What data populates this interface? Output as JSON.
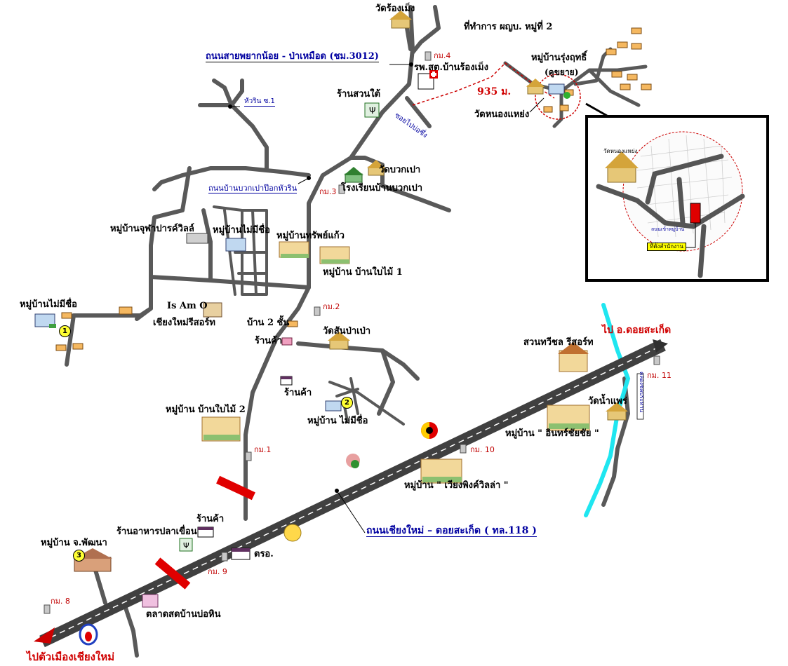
{
  "labels": {
    "wat_rong_mueang": "วัดร้องเม็ง",
    "office_moo2": "ที่ทำการ ผญบ. หมู่ที่ 2",
    "road_3012": "ถนนสายพยากน้อย - ป่าเหมือด (ชม.3012)",
    "km4": "กม.4",
    "health_station": "รพ.สต.บ้านร้องเม็ง",
    "village_rungrot": "หมู่บ้านรุ่งฤทธิ์",
    "village_rungrot_sub": "(คูขยาย)",
    "distance_935": "935 ม.",
    "wat_nong_haeng": "วัดหนองแหย่ง",
    "hua_rin": "หัวริน  ซ.1",
    "suan_tai": "ร้านสวนใต้",
    "soi_side": "ซอยไปบ่อซึ่ง",
    "wat_buak_pao": "วัดบวกเปา",
    "school_buak_pao": "โรงเรียนบ้านบวกเปา",
    "km3": "กม.3",
    "road_buak_pao": "ถนนบ้านบวกเปาป๊อกหัวริน",
    "village_juthapat": "หมู่บ้านจุฬาปารค์วิลล์",
    "village_unnamed_top": "หมู่บ้านไม่มีชื่อ",
    "village_sapkaew": "หมู่บ้านทรัพย์แก้ว",
    "village_baibai1": "หมู่บ้าน บ้านใบไม้  1",
    "village_unnamed_left": "หมู่บ้านไม่มีชื่อ",
    "is_am_o": "Is Am O",
    "cm_resort": "เชียงใหม่รีสอร์ท",
    "km2": "กม.2",
    "house_2floor": "บ้าน 2 ชั้น",
    "shop1": "ร้านค้า",
    "wat_san_pa_pao": "วัดสันป่าเป่า",
    "to_doi_saket": "ไป  อ.ดอยสะเก็ด",
    "suan_twichol": "สวนทวีชล รีสอร์ท",
    "km11": "กม. 11",
    "shop2": "ร้านค้า",
    "village_baibai2": "หมู่บ้าน บ้านใบไม้  2",
    "village_unnamed_mid": "หมู่บ้าน ไม่มีชื่อ",
    "wat_nam_phrae": "วัดน้ำแพร่",
    "village_inthra": "หมู่บ้าน \" อินทร์ชัยชัย \"",
    "km10": "กม. 10",
    "km1": "กม.1",
    "village_wiang": "หมู่บ้าน \" เวียงพิงค์วิลล่า \"",
    "road_118": "ถนนเชียงใหม่ – ดอยสะเก็ด ( ทล.118 )",
    "shop3": "ร้านค้า",
    "restaurant": "ร้านอาหารปลาเขื่อน",
    "village_phatthana": "หมู่บ้าน จ.พัฒนา",
    "tor_ror_or": "ตรอ.",
    "km9": "กม. 9",
    "km8": "กม. 8",
    "market": "ตลาดสดบ้านบ่อหิน",
    "to_city": "ไปตัวเมืองเชียงใหม่",
    "canal": "คลองชลประทาน",
    "inset_wat": "วัดหนองแหย่ง",
    "inset_here": "ที่ตั้งสำนักงาน",
    "inset_road": "ถนนเข้าหมู่บ้าน"
  },
  "markers": [
    "1",
    "2",
    "3"
  ],
  "colors": {
    "road": "#595959",
    "highway": "#404040",
    "canal": "#1fe6f0",
    "route": "#cc0000",
    "label_blue": "#0000a0",
    "label_red": "#c00000"
  }
}
